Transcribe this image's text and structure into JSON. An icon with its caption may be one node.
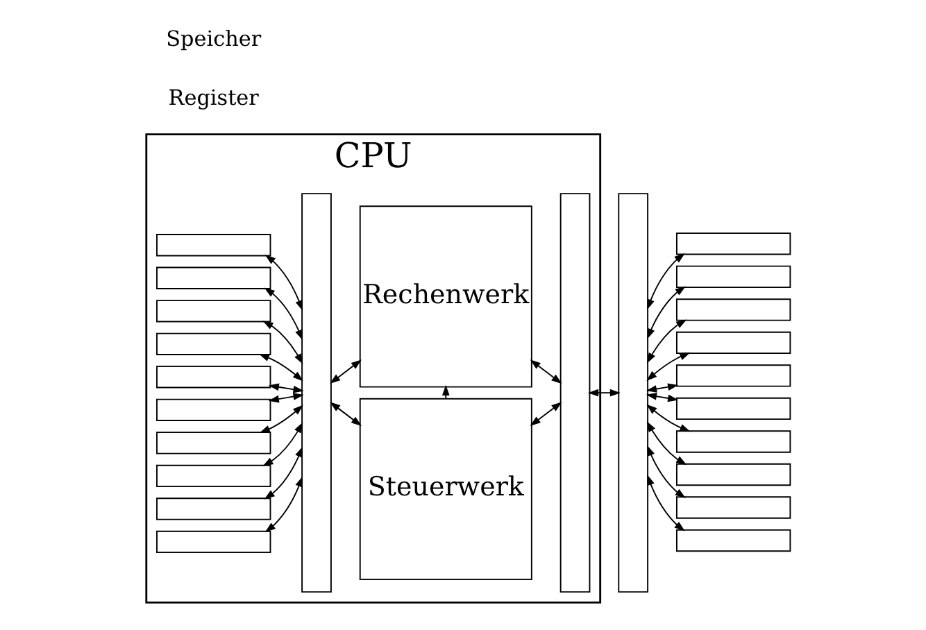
{
  "diagram": {
    "nodes": [
      {
        "text": [
          "CPU"
        ]
      },
      {
        "text": [],
        "shape": "box",
        "in": 0
      },
      {
        "text": [],
        "shape": "box",
        "in": 0
      },
      {
        "text": [],
        "shape": "box",
        "in": 0
      },
      {
        "text": [],
        "shape": "box",
        "in": 0
      },
      {
        "text": [],
        "shape": "box",
        "in": 0
      },
      {
        "text": [],
        "shape": "box",
        "in": 0
      },
      {
        "text": [],
        "shape": "box",
        "in": 0
      },
      {
        "text": [],
        "shape": "box",
        "in": 0
      },
      {
        "text": [],
        "shape": "box",
        "in": 0
      },
      {
        "text": [],
        "shape": "box",
        "in": 0
      },
      {
        "text": [],
        "shape": "bar",
        "in": 0
      },
      {
        "text": [
          "Steuerwerk"
        ],
        "in": 0
      },
      {
        "text": [
          "Rechenwerk"
        ],
        "in": 0
      },
      {
        "text": [],
        "shape": "bar",
        "in": 0
      },
      {
        "text": [],
        "shape": "bar"
      },
      {
        "text": [],
        "shape": "box"
      },
      {
        "text": [],
        "shape": "box"
      },
      {
        "text": [],
        "shape": "box"
      },
      {
        "text": [],
        "shape": "box"
      },
      {
        "text": [],
        "shape": "box"
      },
      {
        "text": [],
        "shape": "box"
      },
      {
        "text": [],
        "shape": "box"
      },
      {
        "text": [],
        "shape": "box"
      },
      {
        "text": [],
        "shape": "box"
      },
      {
        "text": [],
        "shape": "box"
      }
    ],
    "edges": [
      {
        "from": 1,
        "to": 11,
        "arrow": "both"
      },
      {
        "from": 2,
        "to": 11,
        "arrow": "both"
      },
      {
        "from": 3,
        "to": 11,
        "arrow": "both"
      },
      {
        "from": 4,
        "to": 11,
        "arrow": "both"
      },
      {
        "from": 5,
        "to": 11,
        "arrow": "both"
      },
      {
        "from": 6,
        "to": 11,
        "arrow": "both"
      },
      {
        "from": 7,
        "to": 11,
        "arrow": "both"
      },
      {
        "from": 8,
        "to": 11,
        "arrow": "both"
      },
      {
        "from": 9,
        "to": 11,
        "arrow": "both"
      },
      {
        "from": 10,
        "to": 11,
        "arrow": "both"
      },
      {
        "from": 11,
        "to": 12,
        "arrow": "both"
      },
      {
        "from": 11,
        "to": 13,
        "arrow": "both"
      },
      {
        "from": 12,
        "to": 13,
        "arrow": "to"
      },
      {
        "from": 12,
        "to": 14,
        "arrow": "both"
      },
      {
        "from": 13,
        "to": 14,
        "arrow": "both"
      },
      {
        "from": 14,
        "to": 15,
        "arrow": "both"
      },
      {
        "from": 15,
        "to": 16,
        "arrow": "both"
      },
      {
        "from": 15,
        "to": 17,
        "arrow": "both"
      },
      {
        "from": 15,
        "to": 18,
        "arrow": "both"
      },
      {
        "from": 15,
        "to": 19,
        "arrow": "both"
      },
      {
        "from": 15,
        "to": 20,
        "arrow": "both"
      },
      {
        "from": 15,
        "to": 21,
        "arrow": "both"
      },
      {
        "from": 15,
        "to": 22,
        "arrow": "both"
      },
      {
        "from": 15,
        "to": 23,
        "arrow": "both"
      },
      {
        "from": 15,
        "to": 24,
        "arrow": "both"
      },
      {
        "from": 15,
        "to": 25,
        "arrow": "both"
      }
    ],
    "labels": [
      "Register",
      "Speicher"
    ]
  }
}
